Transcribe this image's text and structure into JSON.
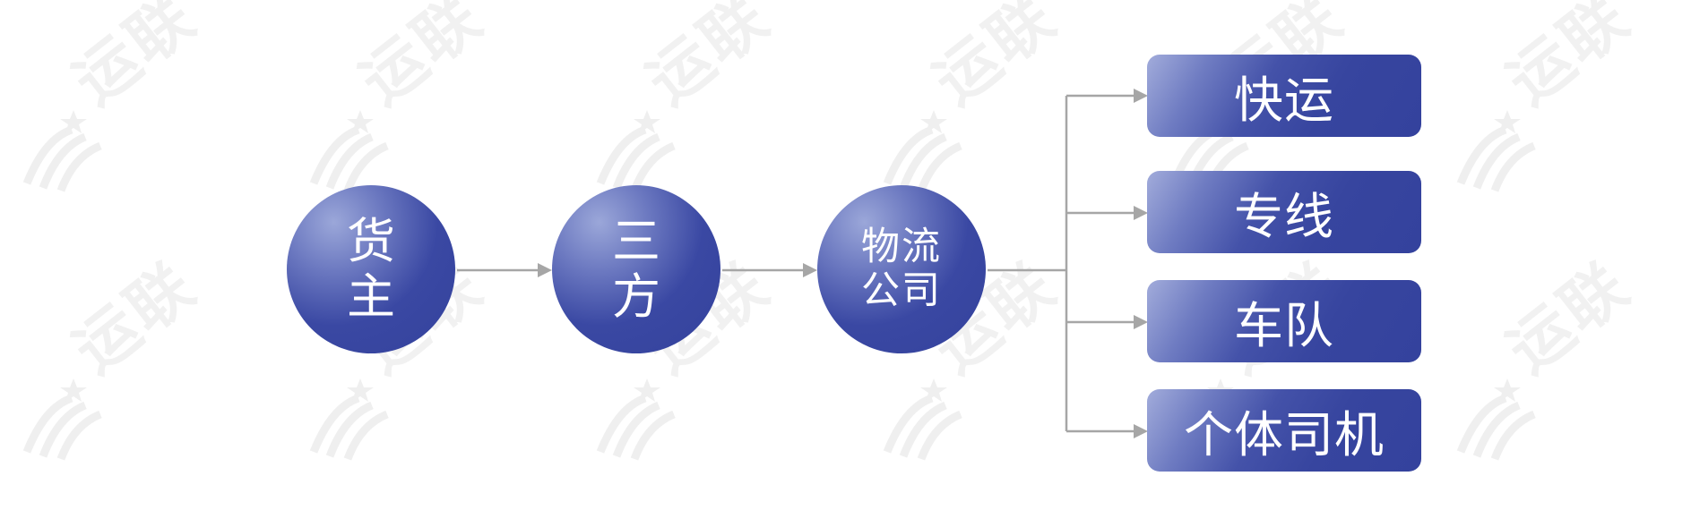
{
  "diagram": {
    "nodes": [
      {
        "id": "huozhu",
        "label_lines": [
          "货",
          "主"
        ]
      },
      {
        "id": "sanfang",
        "label_lines": [
          "三",
          "方"
        ]
      },
      {
        "id": "wuliu",
        "label_lines": [
          "物流",
          "公司"
        ]
      }
    ],
    "targets": [
      {
        "id": "kuaiyun",
        "label": "快运"
      },
      {
        "id": "zhuanxian",
        "label": "专线"
      },
      {
        "id": "chedui",
        "label": "车队"
      },
      {
        "id": "geti",
        "label": "个体司机"
      }
    ],
    "edges": [
      {
        "from": "huozhu",
        "to": "sanfang"
      },
      {
        "from": "sanfang",
        "to": "wuliu"
      },
      {
        "from": "wuliu",
        "to": "kuaiyun"
      },
      {
        "from": "wuliu",
        "to": "zhuanxian"
      },
      {
        "from": "wuliu",
        "to": "chedui"
      },
      {
        "from": "wuliu",
        "to": "geti"
      }
    ]
  },
  "watermark": {
    "text": "运联",
    "logo": "running-figure-stars-logo"
  },
  "colors": {
    "node_dark": "#34429c",
    "node_light": "#9ba7d9",
    "connector": "#a6a6a6",
    "text": "#ffffff"
  }
}
